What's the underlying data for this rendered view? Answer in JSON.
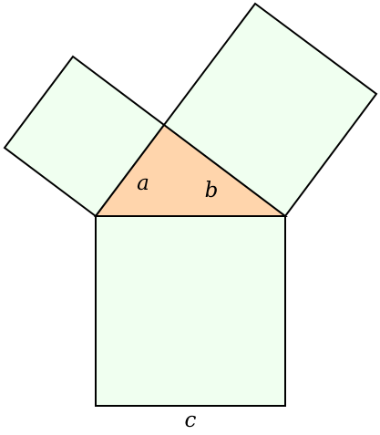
{
  "labels": {
    "a": "a",
    "b": "b",
    "c": "c"
  },
  "colors": {
    "square_fill": "#f0fff0",
    "triangle_fill": "#ffd5ac",
    "stroke": "#000000"
  }
}
